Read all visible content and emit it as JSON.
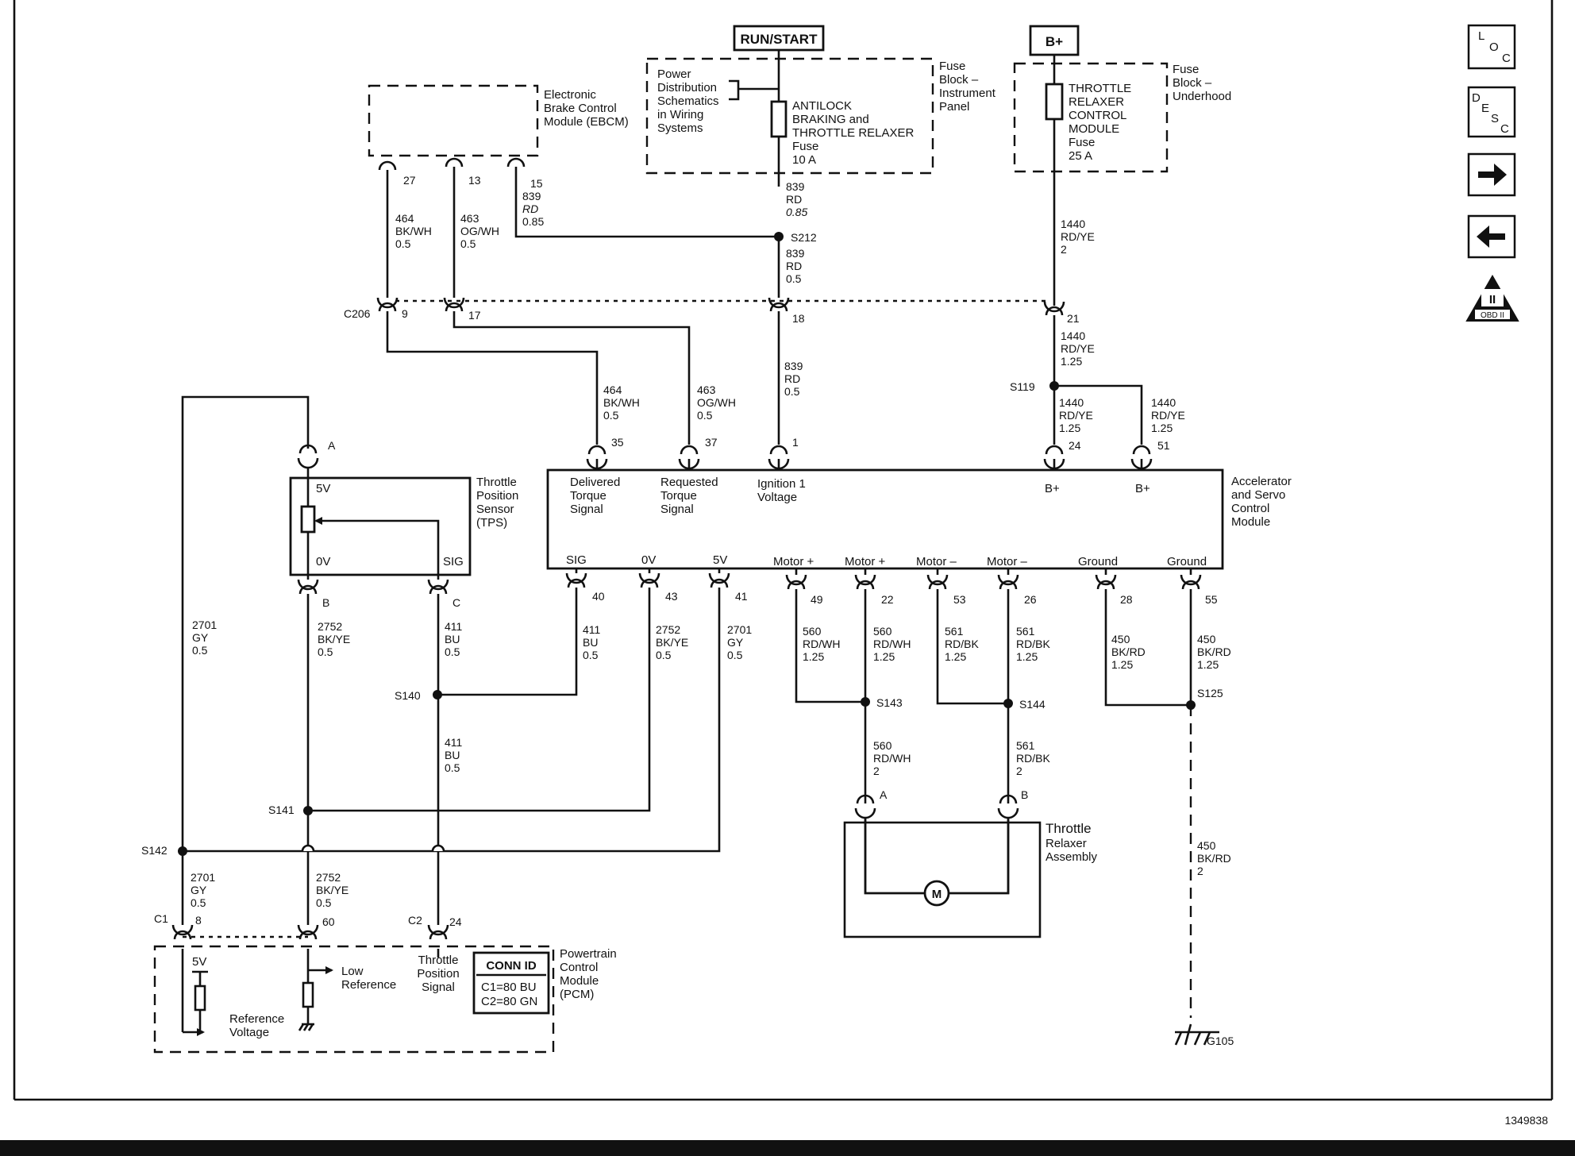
{
  "sources": {
    "run_start": "RUN/START",
    "b_plus": "B+"
  },
  "fuse_block_ip": {
    "pd_lines": [
      "Power",
      "Distribution",
      "Schematics",
      "in Wiring",
      "Systems"
    ],
    "fuse_lines": [
      "ANTILOCK",
      "BRAKING and",
      "THROTTLE RELAXER",
      "Fuse",
      "10 A"
    ],
    "title_lines": [
      "Fuse",
      "Block –",
      "Instrument",
      "Panel"
    ]
  },
  "fuse_block_uh": {
    "fuse_lines": [
      "THROTTLE",
      "RELAXER",
      "CONTROL",
      "MODULE",
      "Fuse",
      "25 A"
    ],
    "title_lines": [
      "Fuse",
      "Block –",
      "Underhood"
    ]
  },
  "ebcm": {
    "title_lines": [
      "Electronic",
      "Brake Control",
      "Module (EBCM)"
    ],
    "pins": [
      "27",
      "13",
      "15"
    ]
  },
  "wires": {
    "w15": [
      "839",
      "RD",
      "0.85"
    ],
    "w27": [
      "464",
      "BK/WH",
      "0.5"
    ],
    "w13": [
      "463",
      "OG/WH",
      "0.5"
    ],
    "f10": [
      "839",
      "RD",
      "0.85"
    ],
    "s212_dn": [
      "839",
      "RD",
      "0.5"
    ],
    "f25": [
      "1440",
      "RD/YE",
      "2"
    ],
    "c21": [
      "1440",
      "RD/YE",
      "1.25"
    ],
    "s119l": [
      "1440",
      "RD/YE",
      "1.25"
    ],
    "s119r": [
      "1440",
      "RD/YE",
      "1.25"
    ],
    "p35": [
      "464",
      "BK/WH",
      "0.5"
    ],
    "p37": [
      "463",
      "OG/WH",
      "0.5"
    ],
    "p1": [
      "839",
      "RD",
      "0.5"
    ],
    "p40": [
      "411",
      "BU",
      "0.5"
    ],
    "p43": [
      "2752",
      "BK/YE",
      "0.5"
    ],
    "p41": [
      "2701",
      "GY",
      "0.5"
    ],
    "p49": [
      "560",
      "RD/WH",
      "1.25"
    ],
    "p22": [
      "560",
      "RD/WH",
      "1.25"
    ],
    "p53": [
      "561",
      "RD/BK",
      "1.25"
    ],
    "p26": [
      "561",
      "RD/BK",
      "1.25"
    ],
    "p28": [
      "450",
      "BK/RD",
      "1.25"
    ],
    "p55": [
      "450",
      "BK/RD",
      "1.25"
    ],
    "tpsB": [
      "2752",
      "BK/YE",
      "0.5"
    ],
    "tpsC": [
      "411",
      "BU",
      "0.5"
    ],
    "gy_left": [
      "2701",
      "GY",
      "0.5"
    ],
    "s140dn": [
      "411",
      "BU",
      "0.5"
    ],
    "s143dn": [
      "560",
      "RD/WH",
      "2"
    ],
    "s144dn": [
      "561",
      "RD/BK",
      "2"
    ],
    "pcm8": [
      "2701",
      "GY",
      "0.5"
    ],
    "pcm60": [
      "2752",
      "BK/YE",
      "0.5"
    ],
    "gnd": [
      "450",
      "BK/RD",
      "2"
    ]
  },
  "splices": {
    "s212": "S212",
    "s119": "S119",
    "s140": "S140",
    "s141": "S141",
    "s142": "S142",
    "s143": "S143",
    "s144": "S144",
    "s125": "S125"
  },
  "c206": {
    "name": "C206",
    "pins": [
      "9",
      "17",
      "18",
      "21"
    ]
  },
  "ascm": {
    "title_lines": [
      "Accelerator",
      "and Servo",
      "Control",
      "Module"
    ],
    "top_pins": [
      "35",
      "37",
      "1",
      "24",
      "51"
    ],
    "top_labels": [
      [
        "Delivered",
        "Torque",
        "Signal"
      ],
      [
        "Requested",
        "Torque",
        "Signal"
      ],
      [
        "Ignition 1",
        "Voltage"
      ],
      [
        "B+"
      ],
      [
        "B+"
      ]
    ],
    "bot_labels": [
      "SIG",
      "0V",
      "5V",
      "Motor +",
      "Motor +",
      "Motor –",
      "Motor –",
      "Ground",
      "Ground"
    ],
    "bot_pins": [
      "40",
      "43",
      "41",
      "49",
      "22",
      "53",
      "26",
      "28",
      "55"
    ]
  },
  "tps": {
    "title_lines": [
      "Throttle",
      "Position",
      "Sensor",
      "(TPS)"
    ],
    "v5": "5V",
    "v0": "0V",
    "sig": "SIG",
    "pins": [
      "A",
      "B",
      "C"
    ]
  },
  "relaxer": {
    "title_lines": [
      "Throttle",
      "Relaxer",
      "Assembly"
    ],
    "motor": "M",
    "pins": [
      "A",
      "B"
    ]
  },
  "pcm": {
    "title_lines": [
      "Powertrain",
      "Control",
      "Module",
      "(PCM)"
    ],
    "c1": "C1",
    "c1pin": "8",
    "pin60": "60",
    "c2": "C2",
    "c2pin": "24",
    "v5": "5V",
    "ref_lines": [
      "Reference",
      "Voltage"
    ],
    "low_lines": [
      "Low",
      "Reference"
    ],
    "tps_lines": [
      "Throttle",
      "Position",
      "Signal"
    ],
    "conn_id": "CONN ID",
    "conn_lines": [
      "C1=80 BU",
      "C2=80 GN"
    ]
  },
  "ground": {
    "name": "G105"
  },
  "nav": {
    "loc": [
      "L",
      "O",
      "C"
    ],
    "desc": [
      "D",
      "E",
      "S",
      "C"
    ],
    "obd": "OBD II",
    "obd_num": "II"
  },
  "figure_id": "1349838"
}
